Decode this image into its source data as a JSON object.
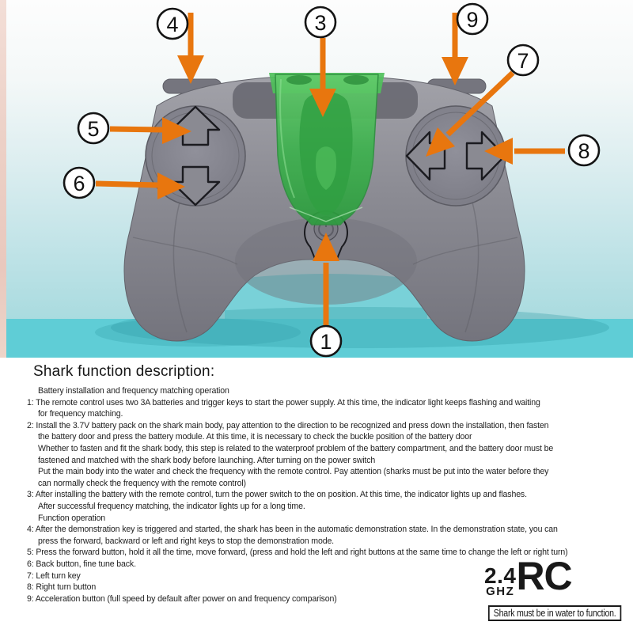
{
  "callouts": {
    "n1": "1",
    "n3": "3",
    "n4": "4",
    "n5": "5",
    "n6": "6",
    "n7": "7",
    "n8": "8",
    "n9": "9"
  },
  "description": {
    "title": "Shark function description:",
    "lines": [
      "Battery installation and frequency matching operation",
      "1: The remote control uses two 3A batteries and trigger keys to start the power supply. At this time, the indicator light keeps flashing and waiting",
      "for frequency matching.",
      "2: Install the 3.7V battery pack on the shark main body, pay attention to the direction to be recognized and press down the installation, then fasten",
      "the battery door and press the battery module. At this time, it is necessary to check the buckle position of the battery door",
      "Whether to fasten and fit the shark body, this step is related to the waterproof problem of the battery compartment, and the battery door must be",
      "fastened and matched with the shark body before launching. After turning on the power switch",
      "Put the main body into the water and check the frequency with the remote control. Pay attention (sharks must be put into the water before they",
      "can normally check the frequency with the remote control)",
      "3: After installing the battery with the remote control, turn the power switch to the on position. At this time, the indicator lights up and flashes.",
      "After successful frequency matching, the indicator lights up for a long time.",
      "Function operation",
      "4: After the demonstration key is triggered and started, the shark has been in the automatic demonstration state. In the demonstration state, you can",
      "press the forward, backward or left and right keys to stop the demonstration mode.",
      "5: Press the forward button, hold it all the time, move forward, (press and hold the left and right buttons at the same time to change the left or right turn)",
      "6: Back button, fine tune back.",
      "7: Left turn key",
      "8: Right turn button",
      "9: Acceleration button (full speed by default after power on and frequency comparison)"
    ]
  },
  "footer": {
    "freq_top": "2.4",
    "freq_bottom": "GHZ",
    "rc": "RC",
    "notice": "Shark must be in water to function."
  },
  "colors": {
    "arrow_orange": "#e8760e",
    "band_teal": "#5fcdd6",
    "controller_gray": "#8a8a92",
    "fin_green": "#3aa94a"
  }
}
